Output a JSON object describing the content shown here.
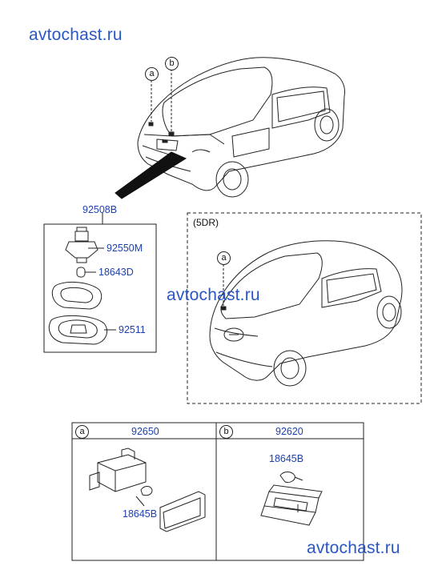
{
  "watermarks": {
    "top": "avtochast.ru",
    "middle": "avtochast.ru",
    "bottom": "avtochast.ru"
  },
  "callouts": {
    "a": "a",
    "b": "b"
  },
  "variant_label": "(5DR)",
  "parts": {
    "assembly": "92508B",
    "socket": "92550M",
    "bulb": "18643D",
    "lens": "92511",
    "panel_a_part": "92650",
    "panel_a_bulb": "18645B",
    "panel_b_part": "92620",
    "panel_b_bulb": "18645B"
  },
  "colors": {
    "part_number": "#1d3fb0",
    "watermark": "#2a56c6",
    "line": "#222222"
  }
}
